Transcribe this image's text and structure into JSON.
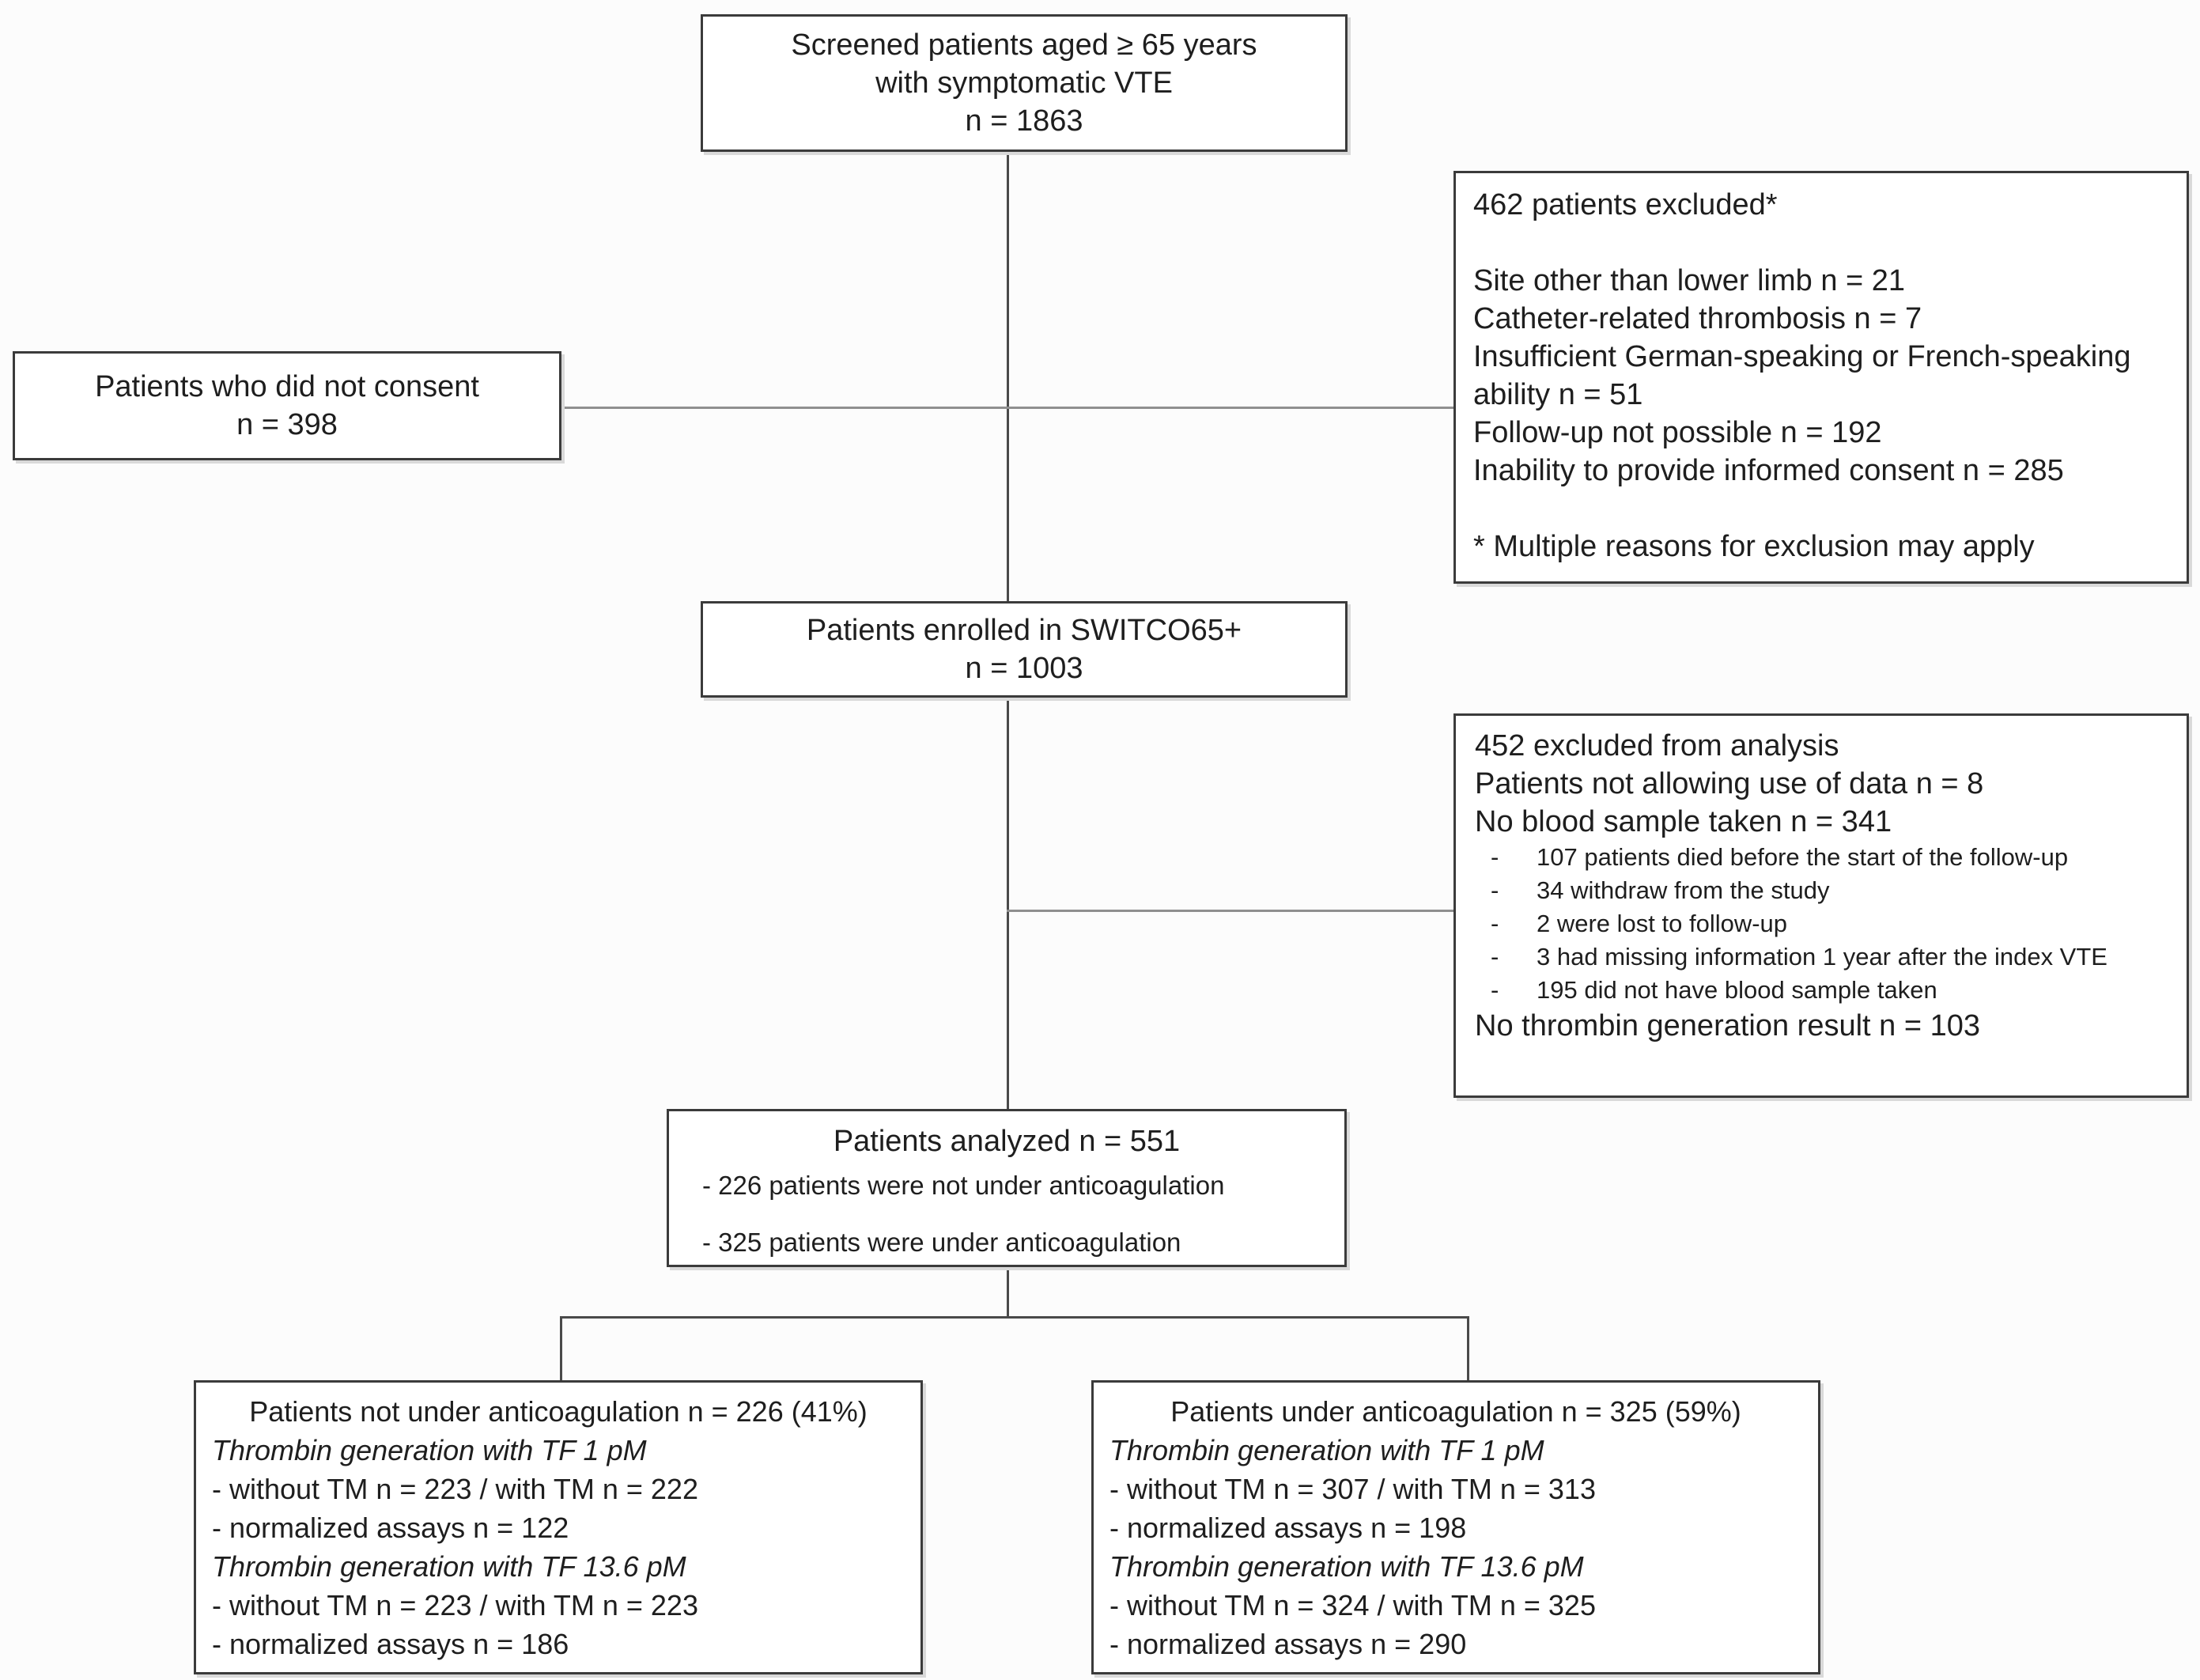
{
  "figure": {
    "type": "patient-flow-diagram",
    "study": "SWITCO65+"
  },
  "colors": {
    "box_border": "#3b3b3b",
    "box_background": "#ffffff",
    "text": "#1e1e1e",
    "connector_dark": "#4a4a4a",
    "connector_gray": "#8f8f8f",
    "page_background": "#fcfcfc"
  },
  "boxes": {
    "screened": {
      "lines": [
        "Screened patients aged ≥ 65 years",
        "with symptomatic VTE",
        "n = 1863"
      ]
    },
    "excluded_screening": {
      "title": "462 patients excluded*",
      "reasons": [
        "Site other than lower limb n = 21",
        "Catheter-related thrombosis n = 7",
        "Insufficient German-speaking or French-speaking ability n = 51",
        "Follow-up not possible n = 192",
        "Inability to provide informed consent n = 285"
      ],
      "footnote": "* Multiple reasons for exclusion may apply"
    },
    "no_consent": {
      "lines": [
        "Patients who did not consent",
        "n = 398"
      ]
    },
    "enrolled": {
      "lines": [
        "Patients enrolled in SWITCO65+",
        "n = 1003"
      ]
    },
    "excluded_analysis": {
      "title": "452 excluded from analysis",
      "line_data": "Patients not allowing use of data n = 8",
      "line_blood": "No blood sample taken n = 341",
      "bullets": [
        "107 patients died before the start of the follow-up",
        "34 withdraw from the study",
        "2 were lost to follow-up",
        "3 had missing information 1 year after the index VTE",
        "195 did not have blood sample taken"
      ],
      "line_thrombin": "No thrombin generation result n = 103"
    },
    "analyzed": {
      "title": "Patients analyzed n = 551",
      "bullets": [
        "- 226 patients were not under anticoagulation",
        "- 325 patients were under anticoagulation"
      ]
    },
    "not_anticoagulated": {
      "lines": [
        {
          "text": "Patients not under anticoagulation n = 226 (41%)",
          "align": "center"
        },
        {
          "text": "Thrombin generation with TF 1 pM",
          "emphasis": "italic"
        },
        {
          "text": "- without TM n = 223 / with TM n = 222"
        },
        {
          "text": "- normalized assays n = 122"
        },
        {
          "text": "Thrombin generation with TF 13.6 pM",
          "emphasis": "italic"
        },
        {
          "text": "- without TM n = 223 / with TM n = 223"
        },
        {
          "text": "- normalized assays n = 186"
        }
      ]
    },
    "anticoagulated": {
      "lines": [
        {
          "text": "Patients under anticoagulation n = 325 (59%)",
          "align": "center"
        },
        {
          "text": "Thrombin generation with TF 1 pM",
          "emphasis": "italic"
        },
        {
          "text": "- without TM n = 307 / with TM n = 313"
        },
        {
          "text": "- normalized assays n = 198"
        },
        {
          "text": "Thrombin generation with TF 13.6 pM",
          "emphasis": "italic"
        },
        {
          "text": "- without TM n = 324 / with TM n = 325"
        },
        {
          "text": "- normalized assays n = 290"
        }
      ]
    }
  }
}
